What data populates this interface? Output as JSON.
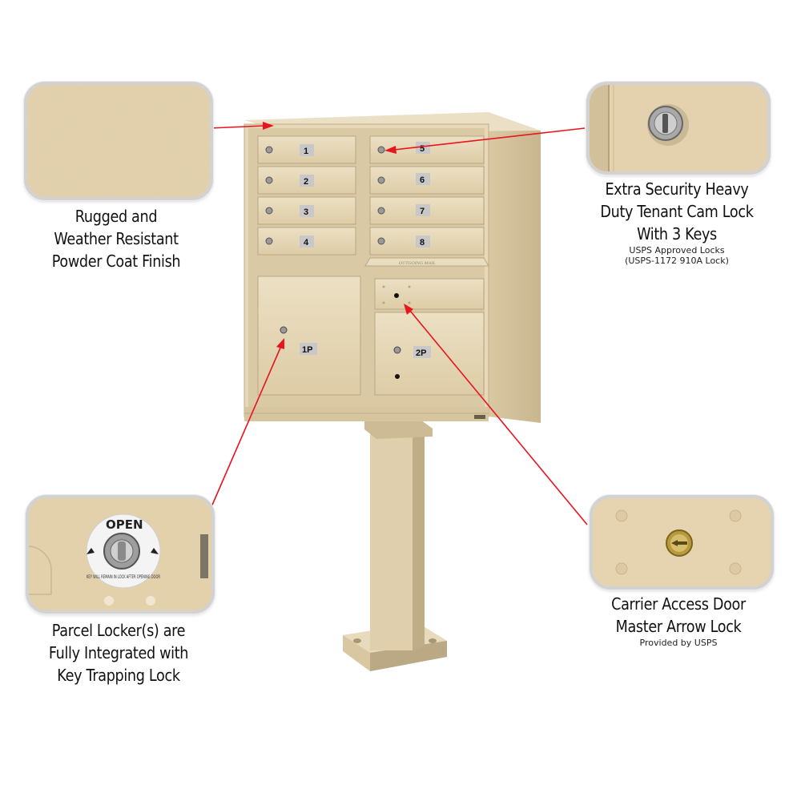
{
  "callouts": [
    {
      "id": "finish",
      "title_lines": [
        "Rugged and",
        "Weather Resistant",
        "Powder Coat Finish"
      ],
      "sub_lines": []
    },
    {
      "id": "cam-lock",
      "title_lines": [
        "Extra Security Heavy",
        "Duty Tenant Cam Lock",
        "With 3 Keys"
      ],
      "sub_lines": [
        "USPS Approved Locks",
        "(USPS-1172 910A Lock)"
      ]
    },
    {
      "id": "parcel-locker",
      "title_lines": [
        "Parcel Locker(s) are",
        "Fully Integrated with",
        "Key Trapping Lock"
      ],
      "sub_lines": []
    },
    {
      "id": "carrier-door",
      "title_lines": [
        "Carrier Access Door",
        "Master Arrow Lock"
      ],
      "sub_lines": [
        "Provided by USPS"
      ]
    }
  ],
  "tenant_doors": [
    "1",
    "2",
    "3",
    "4",
    "5",
    "6",
    "7",
    "8"
  ],
  "parcel_doors": [
    "1P",
    "2P"
  ],
  "outgoing_slot_label": "OUTGOING MAIL",
  "lock_badge": {
    "top": "OPEN",
    "bottom": "KEY WILL REMAIN IN LOCK AFTER OPENING DOOR"
  },
  "colors": {
    "arrow": "#e8141e",
    "powder_coat": "#e4d3b1",
    "frame_border": "#d4d4d4"
  }
}
